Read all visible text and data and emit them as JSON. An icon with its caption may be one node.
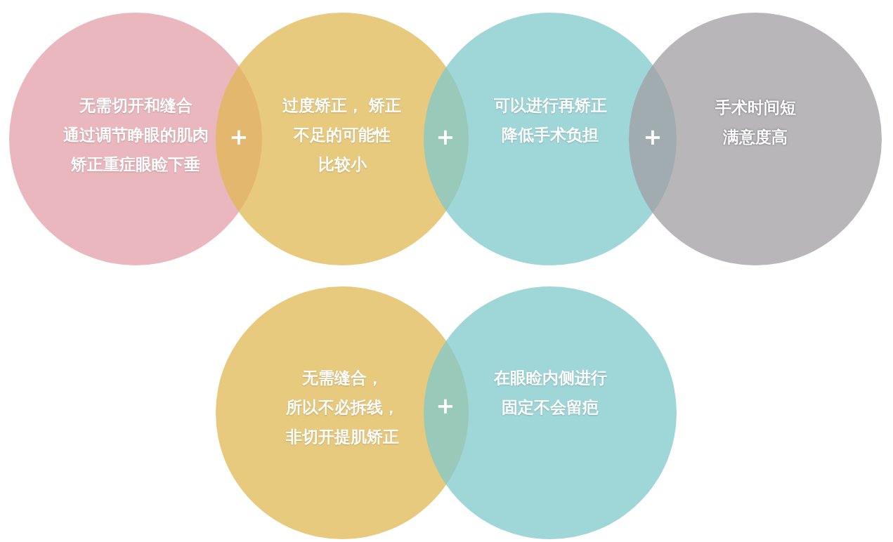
{
  "diagram": {
    "nodes": [
      {
        "text": [
          "无需切开和缝合",
          "通过调节睁眼的肌肉",
          "矫正重症眼睑下垂"
        ]
      },
      {
        "text": [
          "过度矫正， 矫正",
          "不足的可能性",
          "比较小"
        ]
      },
      {
        "text": [
          "可以进行再矫正",
          "降低手术负担"
        ]
      },
      {
        "text": [
          "手术时间短",
          "满意度高"
        ]
      },
      {
        "text": [
          "无需缝合，",
          "所以不必拆线，",
          "非切开提肌矫正"
        ]
      },
      {
        "text": [
          "在眼睑内侧进行",
          "固定不会留疤"
        ]
      }
    ],
    "labels": [
      "+",
      "+",
      "+",
      "+"
    ]
  }
}
